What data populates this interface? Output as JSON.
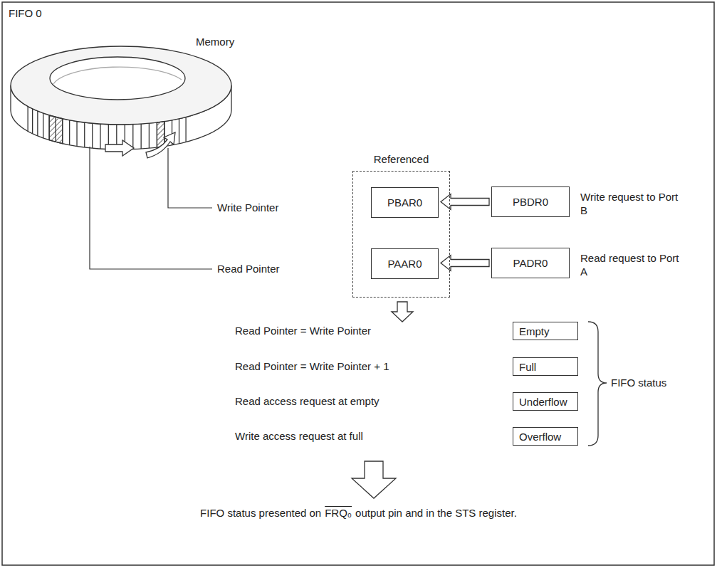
{
  "diagram": {
    "nodes": [
      {
        "text": [
          "Referenced"
        ]
      },
      {
        "text": [
          "PBAR0"
        ],
        "in": 0
      },
      {
        "text": [
          "PAAR0"
        ],
        "in": 0
      },
      {
        "text": [
          "PBDR0"
        ]
      },
      {
        "text": [
          "PADR0"
        ]
      },
      {
        "text": [
          "Empty"
        ]
      },
      {
        "text": [
          "Full"
        ]
      },
      {
        "text": [
          "Underflow"
        ]
      },
      {
        "text": [
          "Overflow"
        ]
      }
    ],
    "edges": [
      {
        "from": 3,
        "to": 1,
        "arrow": "to"
      },
      {
        "from": 4,
        "to": 2,
        "arrow": "to"
      }
    ],
    "labels": [
      "FIFO 0",
      "Memory",
      "Write Pointer",
      "Read Pointer",
      "Write request to Port B",
      "Read request to Port A",
      "Read Pointer = Write Pointer",
      "Read Pointer = Write Pointer + 1",
      "Read access request at empty",
      "Write access request at full",
      "FIFO status",
      "FIFO status presented on",
      "FRQ₀",
      "output pin and in the STS register."
    ]
  }
}
